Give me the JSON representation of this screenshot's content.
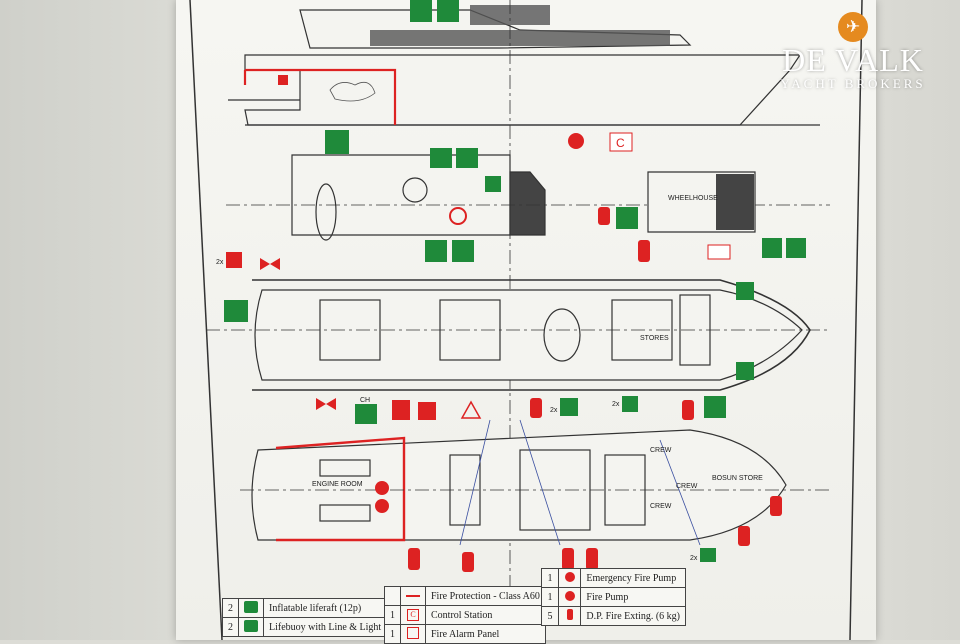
{
  "brand": {
    "badge_glyph": "✈",
    "name": "DE VALK",
    "tagline": "YACHT BROKERS",
    "accent": "#e58a1f"
  },
  "deck_labels": {
    "wheelhouse": "WHEELHOUSE",
    "stores": "STORES",
    "engine_room": "ENGINE ROOM",
    "crew_1": "CREW",
    "crew_2": "CREW",
    "crew_3": "CREW",
    "bosun_store": "BOSUN STORE",
    "ch": "CH",
    "qty_2x_a": "2x",
    "qty_2x_b": "2x",
    "qty_2x_c": "2x",
    "qty_2x_d": "2x",
    "control_c": "C"
  },
  "legend_left": [
    {
      "qty": "2",
      "icon": "liferaft-icon",
      "text": "Inflatable liferaft (12p)"
    },
    {
      "qty": "2",
      "icon": "lifebuoy-icon",
      "text": "Lifebuoy with Line & Light"
    }
  ],
  "legend_middle": [
    {
      "qty": "",
      "icon": "red-line-icon",
      "text": "Fire Protection - Class A60"
    },
    {
      "qty": "1",
      "icon": "control-station-icon",
      "text": "Control Station"
    },
    {
      "qty": "1",
      "icon": "fire-alarm-icon",
      "text": "Fire Alarm Panel"
    }
  ],
  "legend_right": [
    {
      "qty": "1",
      "icon": "emergency-pump-icon",
      "text": "Emergency Fire Pump"
    },
    {
      "qty": "1",
      "icon": "fire-pump-icon",
      "text": "Fire  Pump"
    },
    {
      "qty": "5",
      "icon": "extinguisher-icon",
      "text": "D.P. Fire Exting. (6 kg)"
    }
  ],
  "colors": {
    "safety_green": "#1f8a3a",
    "fire_red": "#d22222",
    "line": "#333333",
    "leader": "#3a4fa0"
  }
}
